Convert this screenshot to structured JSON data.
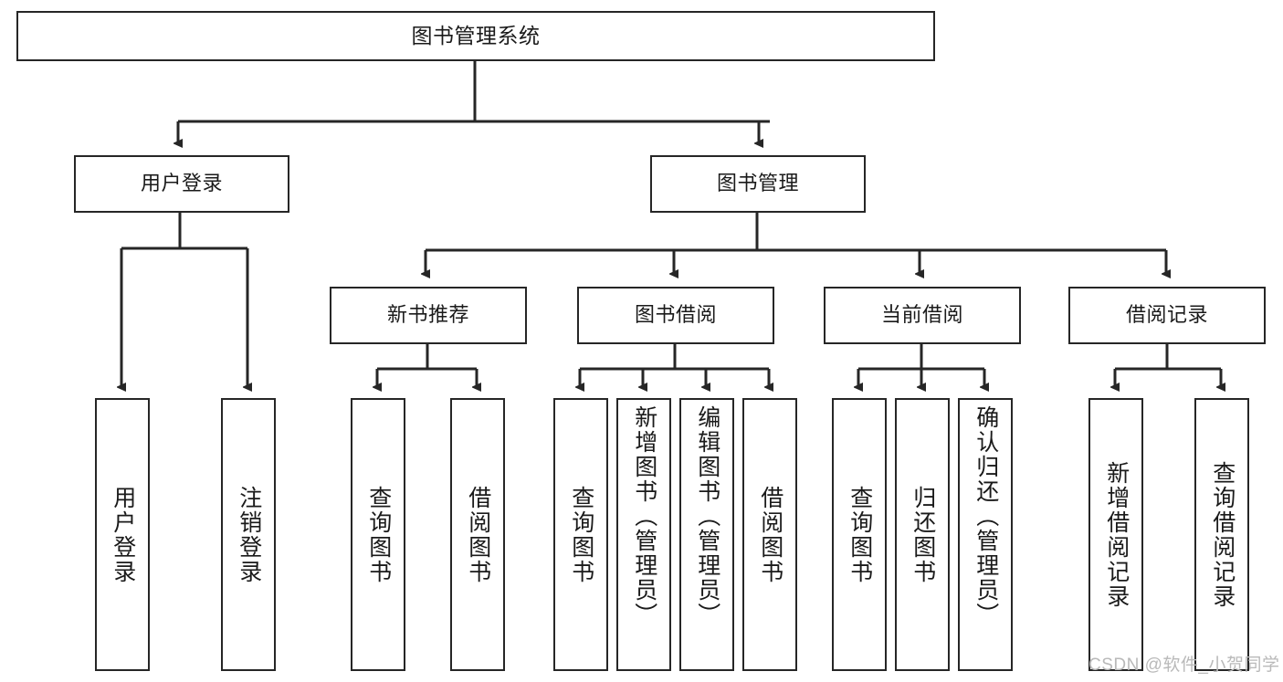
{
  "diagram": {
    "type": "tree-hierarchy-chart",
    "title": "图书管理系统",
    "watermark": "CSDN @软件_小贺同学",
    "colors": {
      "box_border": "#262626",
      "box_fill": "#ffffff",
      "connector": "#262626",
      "text": "#1a1a1a",
      "watermark": "#b9b9b9"
    },
    "nodes": {
      "root": {
        "label": "图书管理系统"
      },
      "level2": [
        {
          "id": "user-login",
          "label": "用户登录"
        },
        {
          "id": "book-management",
          "label": "图书管理"
        }
      ],
      "level3": [
        {
          "id": "new-book-recommend",
          "label": "新书推荐"
        },
        {
          "id": "book-borrow",
          "label": "图书借阅"
        },
        {
          "id": "current-borrow",
          "label": "当前借阅"
        },
        {
          "id": "borrow-record",
          "label": "借阅记录"
        }
      ],
      "leaves": {
        "user_login": [
          {
            "id": "leaf-user-login",
            "label": "用户登录"
          },
          {
            "id": "leaf-logout-login",
            "label": "注销登录"
          }
        ],
        "new_book_recommend": [
          {
            "id": "leaf-query-book-1",
            "label": "查询图书"
          },
          {
            "id": "leaf-borrow-book-1",
            "label": "借阅图书"
          }
        ],
        "book_borrow": [
          {
            "id": "leaf-query-book-2",
            "label": "查询图书"
          },
          {
            "id": "leaf-add-book",
            "label": "新增图书（管理员）"
          },
          {
            "id": "leaf-edit-book",
            "label": "编辑图书（管理员）"
          },
          {
            "id": "leaf-borrow-book-2",
            "label": "借阅图书"
          }
        ],
        "current_borrow": [
          {
            "id": "leaf-query-book-3",
            "label": "查询图书"
          },
          {
            "id": "leaf-return-book",
            "label": "归还图书"
          },
          {
            "id": "leaf-confirm-return",
            "label": "确认归还（管理员）"
          }
        ],
        "borrow_record": [
          {
            "id": "leaf-add-record",
            "label": "新增借阅记录"
          },
          {
            "id": "leaf-query-record",
            "label": "查询借阅记录"
          }
        ]
      }
    }
  }
}
